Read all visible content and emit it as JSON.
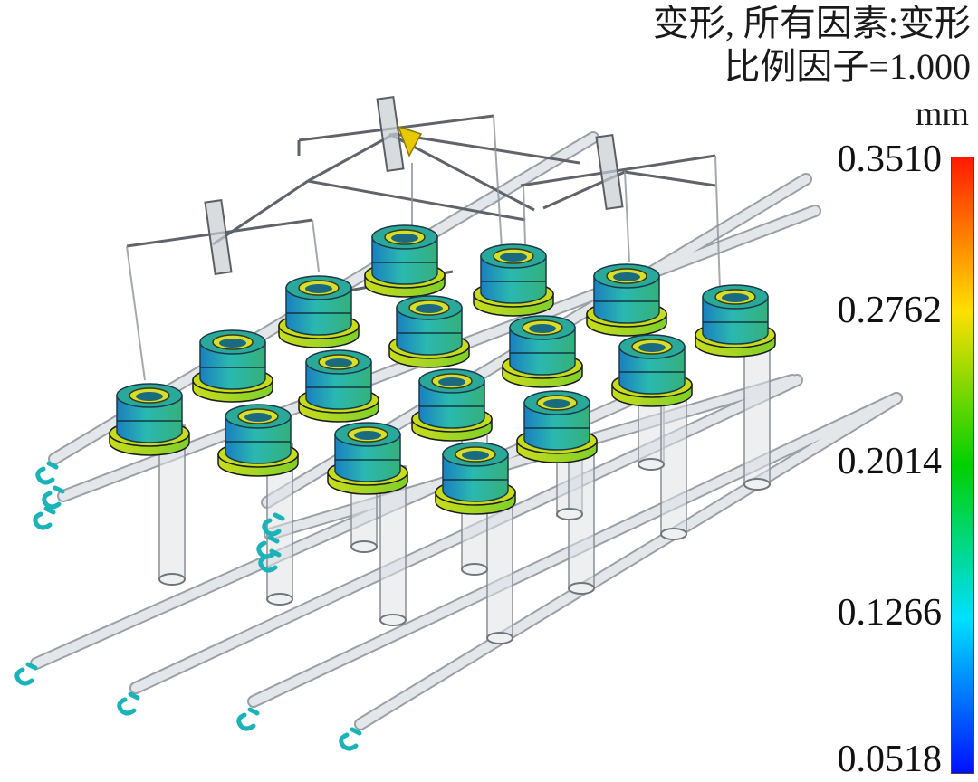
{
  "header": {
    "title_line1": "变形, 所有因素:变形",
    "title_line2": "比例因子=1.000",
    "unit": "mm"
  },
  "legend": {
    "ticks": [
      "0.3510",
      "0.2762",
      "0.2014",
      "0.1266",
      "0.0518"
    ],
    "gradient_stops": [
      "#ff1a00",
      "#ffe000",
      "#00d000",
      "#00e0ff",
      "#0010ff"
    ]
  },
  "colors": {
    "pipe_fill": "#d9dde2",
    "pipe_stroke": "#8a8f96",
    "frame_stroke": "#555a60",
    "cap_yellow": "#d9e21a",
    "cap_teal": "#1aa0a8",
    "gate_yellow": "#e8c800",
    "hook": "#1ab3b8"
  }
}
